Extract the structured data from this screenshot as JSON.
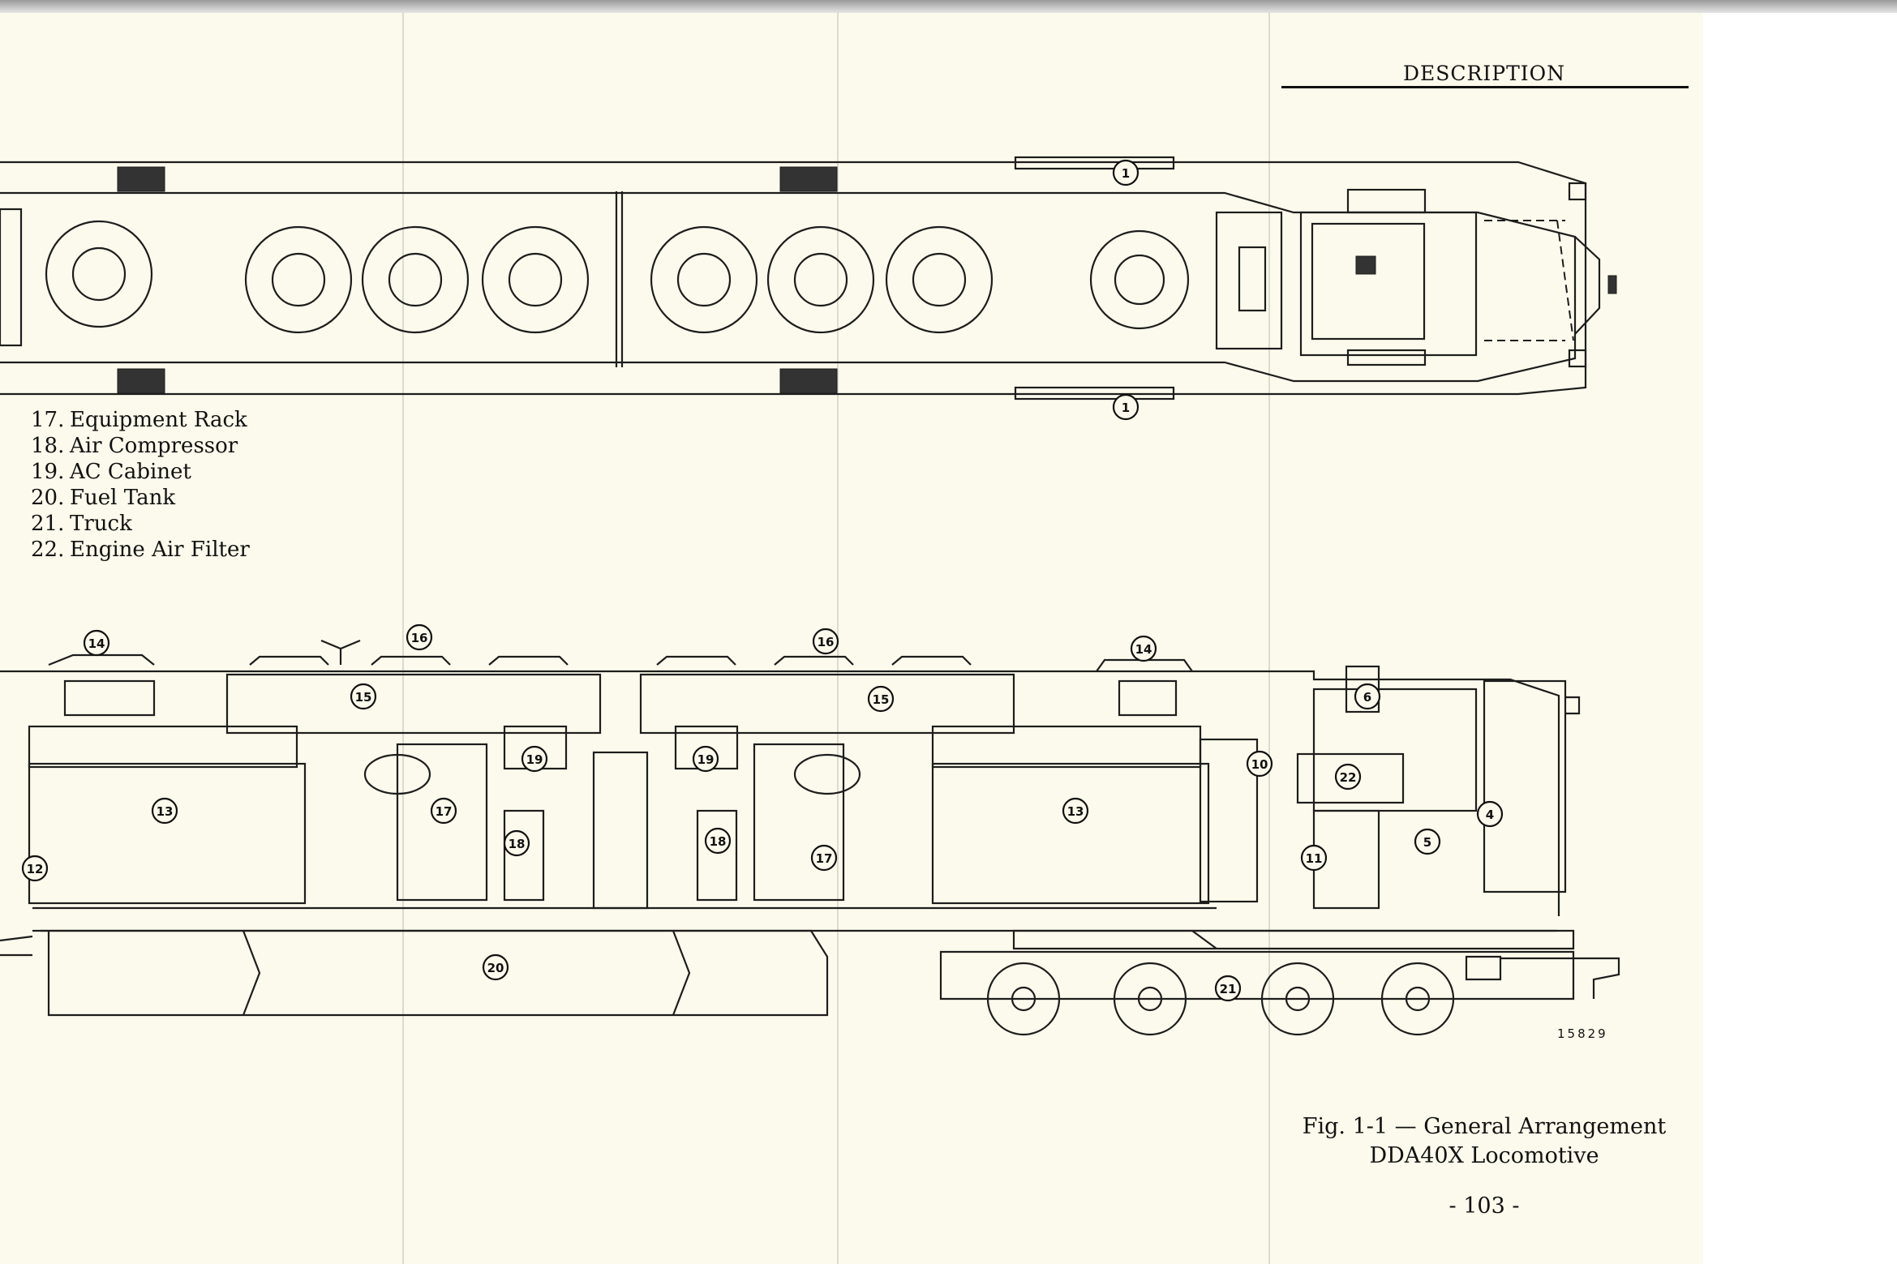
{
  "header": {
    "section_title": "DESCRIPTION"
  },
  "legend": {
    "items": [
      {
        "num": "17.",
        "label": "Equipment Rack"
      },
      {
        "num": "18.",
        "label": "Air Compressor"
      },
      {
        "num": "19.",
        "label": "AC Cabinet"
      },
      {
        "num": "20.",
        "label": "Fuel Tank"
      },
      {
        "num": "21.",
        "label": "Truck"
      },
      {
        "num": "22.",
        "label": "Engine Air Filter"
      }
    ]
  },
  "callouts": {
    "top_view": [
      "1",
      "1"
    ],
    "side_view": [
      "14",
      "16",
      "16",
      "14",
      "15",
      "15",
      "6",
      "19",
      "19",
      "10",
      "22",
      "13",
      "13",
      "4",
      "17",
      "17",
      "18",
      "18",
      "12",
      "11",
      "5",
      "20",
      "21"
    ]
  },
  "drawing_number": "15829",
  "figure": {
    "caption_line1": "Fig. 1-1 — General Arrangement",
    "caption_line2": "DDA40X Locomotive"
  },
  "page_number": "- 103 -",
  "colors": {
    "paper": "#fbfaec",
    "ink": "#1d1d1d",
    "fold": "#dcdbcf"
  }
}
